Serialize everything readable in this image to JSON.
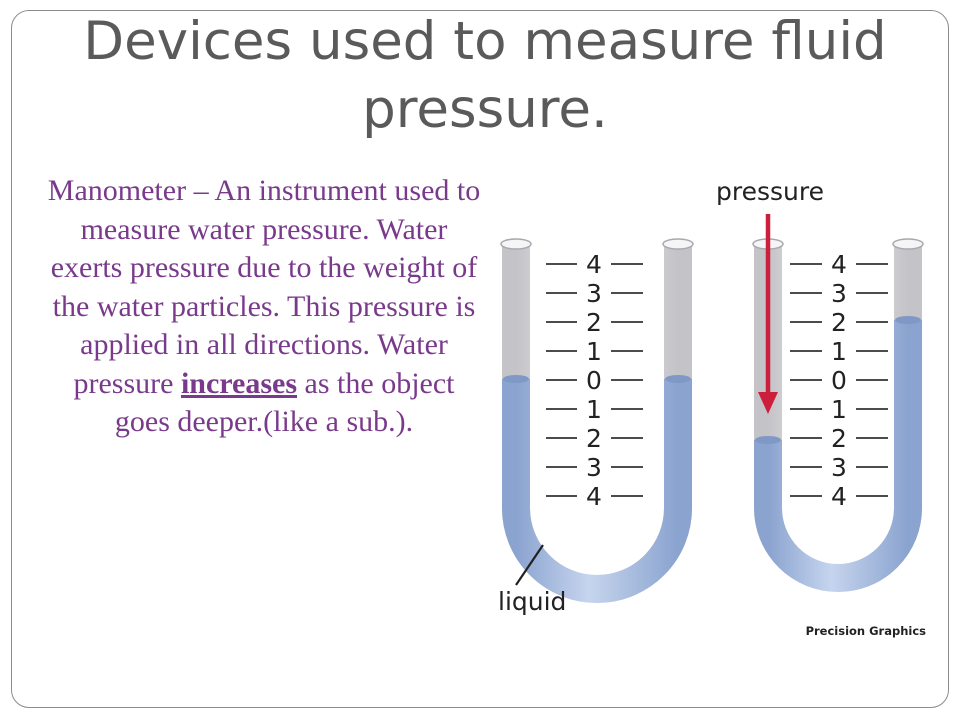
{
  "slide": {
    "title": "Devices used to measure fluid pressure.",
    "body": {
      "before_emphasis": "Manometer – An instrument used to measure water pressure. Water exerts pressure due to the weight of the water particles. This pressure is applied  in all directions. Water pressure ",
      "emphasis": "increases",
      "after_emphasis": " as the object goes deeper.(like a sub.)."
    }
  },
  "figure": {
    "pressure_label": "pressure",
    "liquid_label": "liquid",
    "credit": "Precision Graphics",
    "scale_labels": [
      "4",
      "3",
      "2",
      "1",
      "0",
      "1",
      "2",
      "3",
      "4"
    ],
    "colors": {
      "liquid": "#9fb6dd",
      "tube_empty": "#d8d8dc",
      "arrow": "#cc1f3c",
      "text_purple": "#7a3a8c"
    }
  }
}
